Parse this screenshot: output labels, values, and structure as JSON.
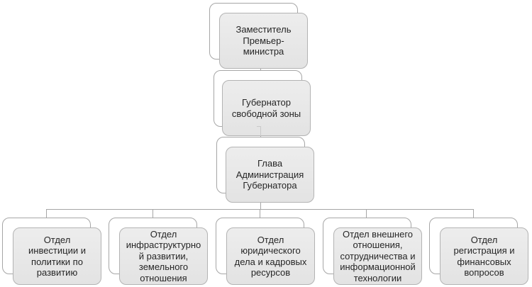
{
  "diagram": {
    "type": "organizational-chart",
    "background": "#ffffff",
    "colors": {
      "node_fill": "#e8e8e8",
      "node_border": "#b3b3b3",
      "shadow_box_fill": "#ffffff",
      "shadow_box_border": "#a6a6a6",
      "connector": "#a6a6a6",
      "text": "#262626"
    },
    "nodes": {
      "deputy_pm": {
        "text": "Заместитель\nПремьер-\nминистра",
        "level": 1
      },
      "governor": {
        "text": "Губернатор\nсвободной зоны",
        "level": 2
      },
      "head_admin": {
        "text": "Глава\nАдминистрация\nГубернатора",
        "level": 3
      },
      "dept_investment": {
        "text": "Отдел\nинвестиции и\nполитики по\nразвитию",
        "level": 4
      },
      "dept_infrastructure": {
        "text": "Отдел\nинфраструктурно\nй развитии,\nземельного\nотношения",
        "level": 4
      },
      "dept_legal": {
        "text": "Отдел\nюридического\nдела и кадровых\nресурсов",
        "level": 4
      },
      "dept_external": {
        "text": "Отдел внешнего\nотношения,\nсотрудничества и\nинформационной\nтехнологии",
        "level": 4
      },
      "dept_registration": {
        "text": "Отдел\nрегистрация и\nфинансовых\nвопросов",
        "level": 4
      }
    },
    "hierarchy": [
      {
        "parent": "deputy_pm",
        "children": [
          "governor"
        ]
      },
      {
        "parent": "governor",
        "children": [
          "head_admin"
        ]
      },
      {
        "parent": "head_admin",
        "children": [
          "dept_investment",
          "dept_infrastructure",
          "dept_legal",
          "dept_external",
          "dept_registration"
        ]
      }
    ]
  }
}
